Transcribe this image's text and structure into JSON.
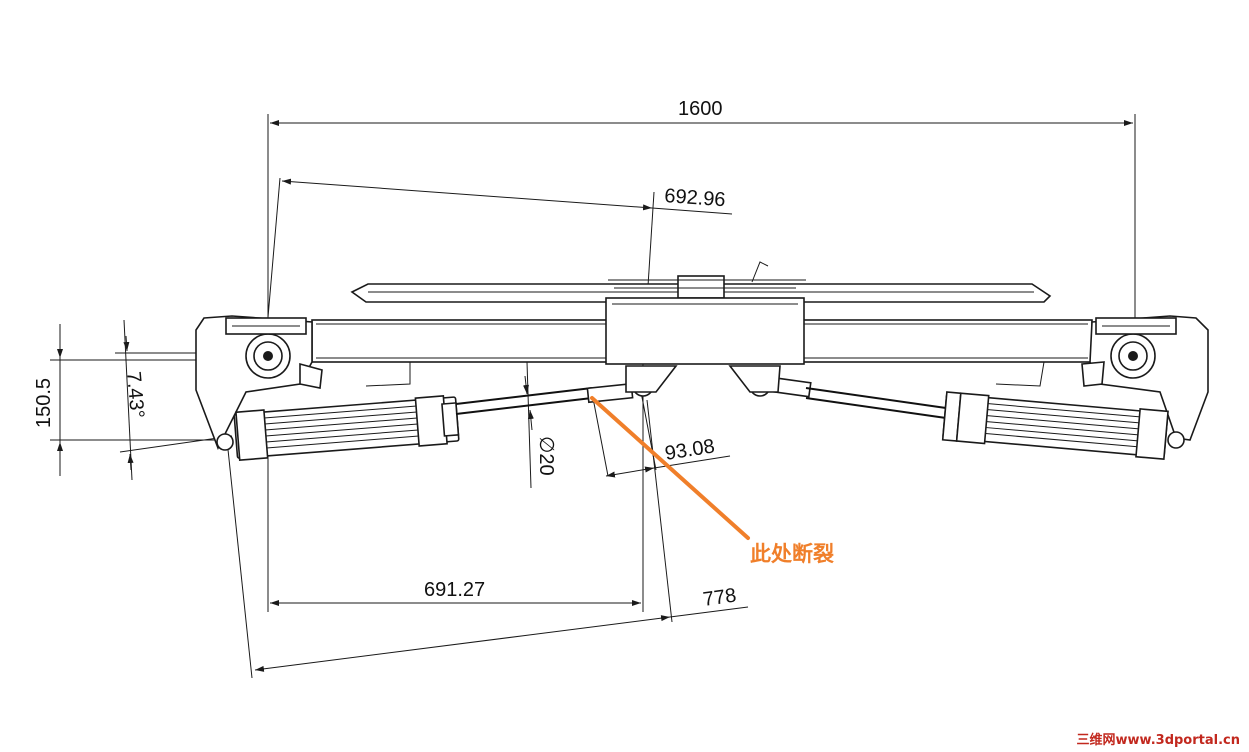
{
  "dimensions": {
    "overall_width": "1600",
    "diagonal_length": "692.96",
    "height_offset": "150.5",
    "angle": "7.43°",
    "rod_diameter": "∅20",
    "rod_offset": "93.08",
    "horizontal_length": "691.27",
    "arm_length": "778"
  },
  "callout": {
    "text": "此处断裂",
    "color": "#f07f2a"
  },
  "watermark": {
    "text": "三维网www.3dportal.cn",
    "color": "#c2281e"
  },
  "colors": {
    "line": "#1a1a1a",
    "callout": "#f07f2a",
    "watermark": "#c2281e"
  }
}
